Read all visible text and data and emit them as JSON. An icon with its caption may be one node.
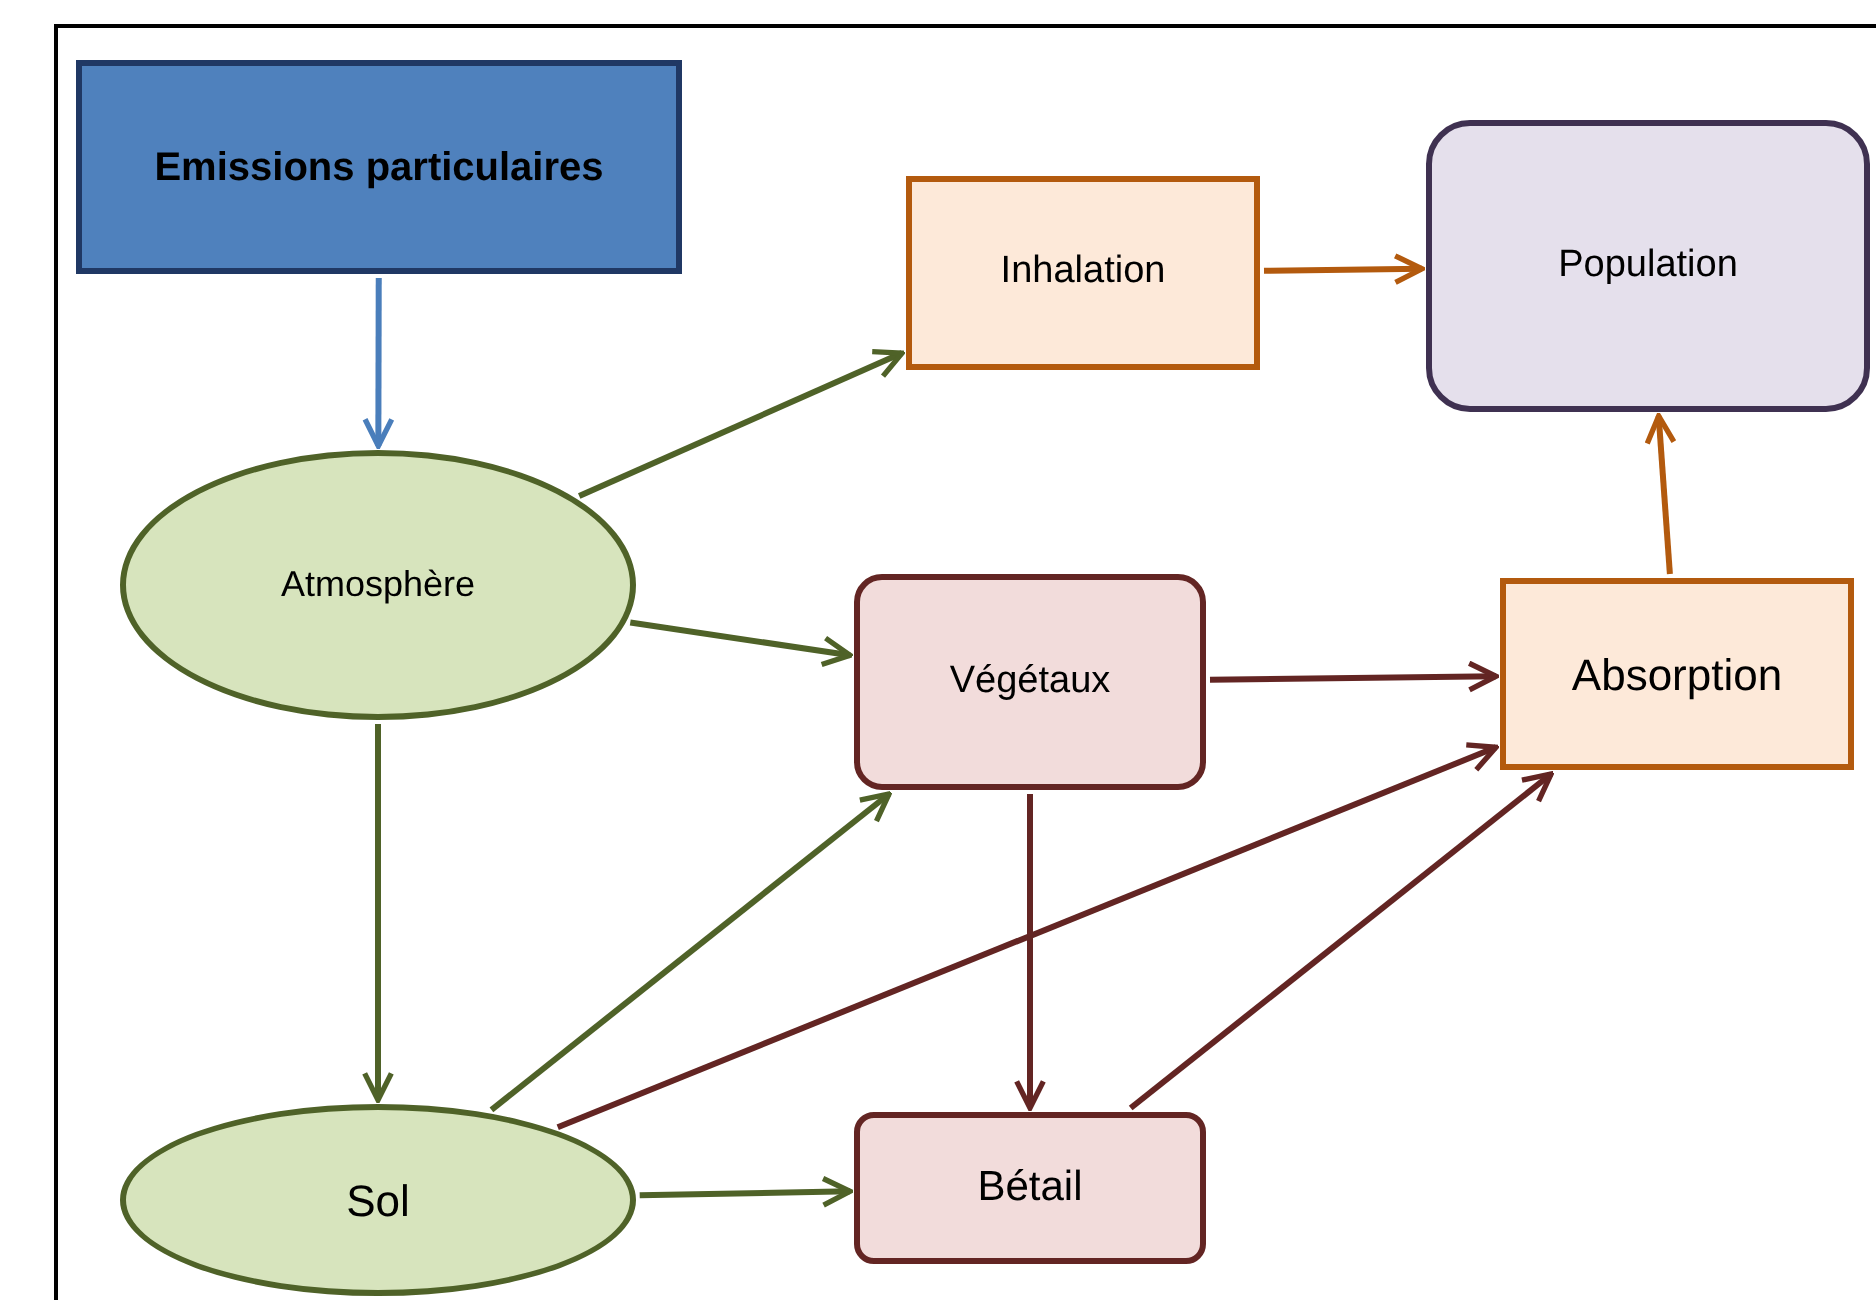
{
  "diagram": {
    "nodes": [
      {
        "text": [
          "Emissions particulaires"
        ]
      },
      {
        "text": [
          "Atmosphère"
        ]
      },
      {
        "text": [
          "Sol"
        ]
      },
      {
        "text": [
          "Inhalation"
        ]
      },
      {
        "text": [
          "Population"
        ]
      },
      {
        "text": [
          "Végétaux"
        ]
      },
      {
        "text": [
          "Absorption"
        ]
      },
      {
        "text": [
          "Bétail"
        ]
      }
    ],
    "edges": [
      {
        "from": 0,
        "to": 1,
        "arrow": "to",
        "color": "#4a7ebb"
      },
      {
        "from": 1,
        "to": 3,
        "arrow": "to"
      },
      {
        "from": 1,
        "to": 5,
        "arrow": "to"
      },
      {
        "from": 1,
        "to": 2,
        "arrow": "to"
      },
      {
        "from": 2,
        "to": 5,
        "arrow": "to"
      },
      {
        "from": 2,
        "to": 7,
        "arrow": "to"
      },
      {
        "from": 2,
        "to": 6,
        "arrow": "to",
        "color": "#632523"
      },
      {
        "from": 5,
        "to": 6,
        "arrow": "to",
        "color": "#632523"
      },
      {
        "from": 5,
        "to": 7,
        "arrow": "to",
        "color": "#632523"
      },
      {
        "from": 7,
        "to": 6,
        "arrow": "to",
        "color": "#632523"
      },
      {
        "from": 3,
        "to": 4,
        "arrow": "to",
        "color": "#b35a0e"
      },
      {
        "from": 6,
        "to": 4,
        "arrow": "to",
        "color": "#b35a0e"
      }
    ]
  }
}
